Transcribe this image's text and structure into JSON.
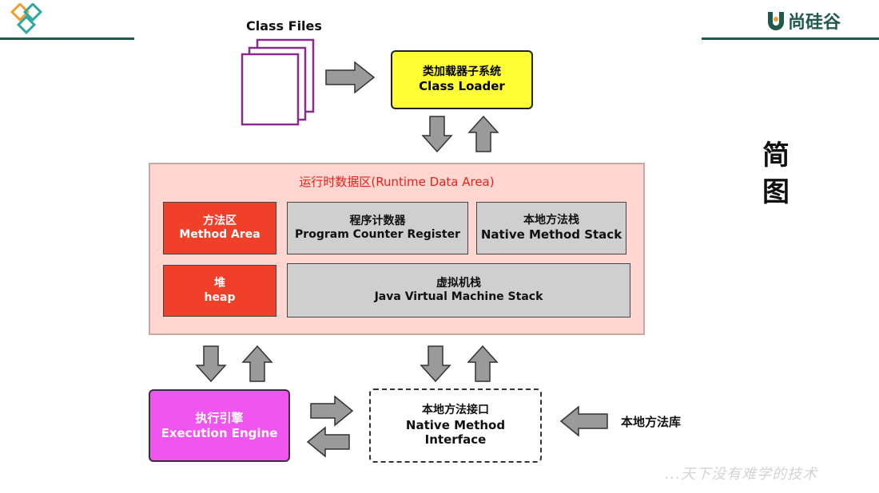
{
  "header": {
    "brand": "尚硅谷",
    "side_title": [
      "简",
      "图"
    ]
  },
  "class_files": {
    "label": "Class Files"
  },
  "class_loader": {
    "cn": "类加载器子系统",
    "en": "Class Loader"
  },
  "runtime_area": {
    "title": "运行时数据区(Runtime Data Area)",
    "method_area": {
      "cn": "方法区",
      "en": "Method Area"
    },
    "pc_register": {
      "cn": "程序计数器",
      "en": "Program Counter Register"
    },
    "native_stack": {
      "cn": "本地方法栈",
      "en": "Native Method Stack"
    },
    "heap": {
      "cn": "堆",
      "en": "heap"
    },
    "jvm_stack": {
      "cn": "虚拟机栈",
      "en": "Java Virtual Machine Stack"
    }
  },
  "execution_engine": {
    "cn": "执行引擎",
    "en": "Execution Engine"
  },
  "native_interface": {
    "cn": "本地方法接口",
    "en_line1": "Native Method",
    "en_line2": "Interface"
  },
  "native_library": {
    "label": "本地方法库"
  },
  "watermark": {
    "text": "...天下没有难学的技术"
  },
  "colors": {
    "class_loader_bg": "#ffff33",
    "runtime_bg": "#ffd6d0",
    "red_box": "#f0402a",
    "gray_box": "#cfcfcf",
    "engine_bg": "#f055f0",
    "arrow_fill": "#9a9a9a",
    "file_border": "#8a2b8a"
  }
}
